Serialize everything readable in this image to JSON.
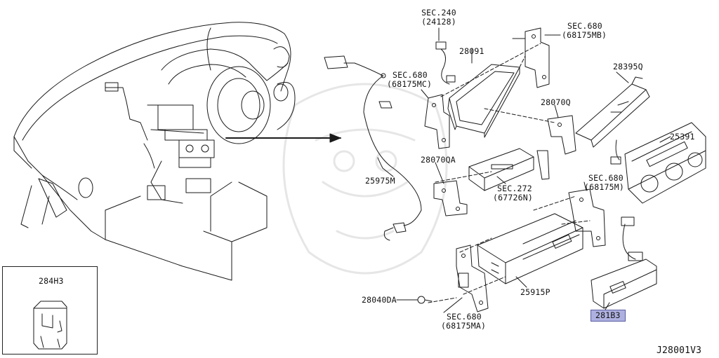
{
  "diagram": {
    "drawing_id": "J28001V3",
    "inset_part": "284H3",
    "highlighted_part": "281B3",
    "accent_color": "#aeb0e0",
    "labels": {
      "sec240": "SEC.240",
      "sec240_ref": "(24128)",
      "sec680_mb": "SEC.680",
      "sec680_mb_ref": "(68175MB)",
      "p28091": "28091",
      "sec680_mc": "SEC.680",
      "sec680_mc_ref": "(68175MC)",
      "p28395q": "28395Q",
      "p28070q": "28070Q",
      "p25391": "25391",
      "p28070qa": "28070QA",
      "p25975m": "25975M",
      "sec272": "SEC.272",
      "sec272_ref": "(67726N)",
      "sec680_m": "SEC.680",
      "sec680_m_ref": "(68175M)",
      "p28040da": "28040DA",
      "p25915p": "25915P",
      "sec680_ma": "SEC.680",
      "sec680_ma_ref": "(68175MA)"
    }
  }
}
